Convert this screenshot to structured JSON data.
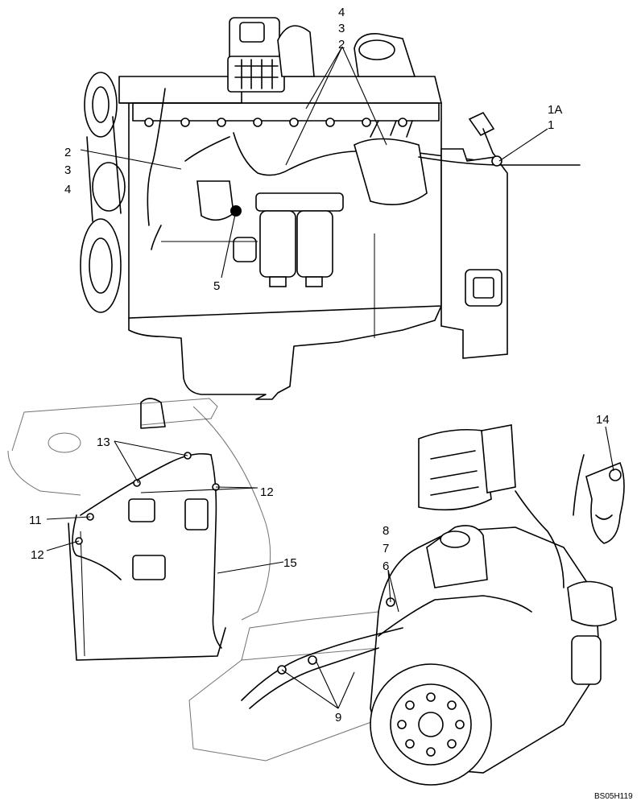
{
  "callouts": {
    "c4_top": "4",
    "c3_top": "3",
    "c2_top": "2",
    "c1A": "1A",
    "c1": "1",
    "c2_left": "2",
    "c3_left": "3",
    "c4_left": "4",
    "c5": "5",
    "c13": "13",
    "c12_right": "12",
    "c11": "11",
    "c12_left": "12",
    "c15": "15",
    "c14": "14",
    "c8": "8",
    "c7": "7",
    "c6": "6",
    "c9": "9"
  },
  "reference_code": "BS05H119",
  "views": {
    "top": "engine-side-view",
    "middle_left": "cab-firewall-view",
    "bottom_right": "engine-rear-perspective-view"
  }
}
